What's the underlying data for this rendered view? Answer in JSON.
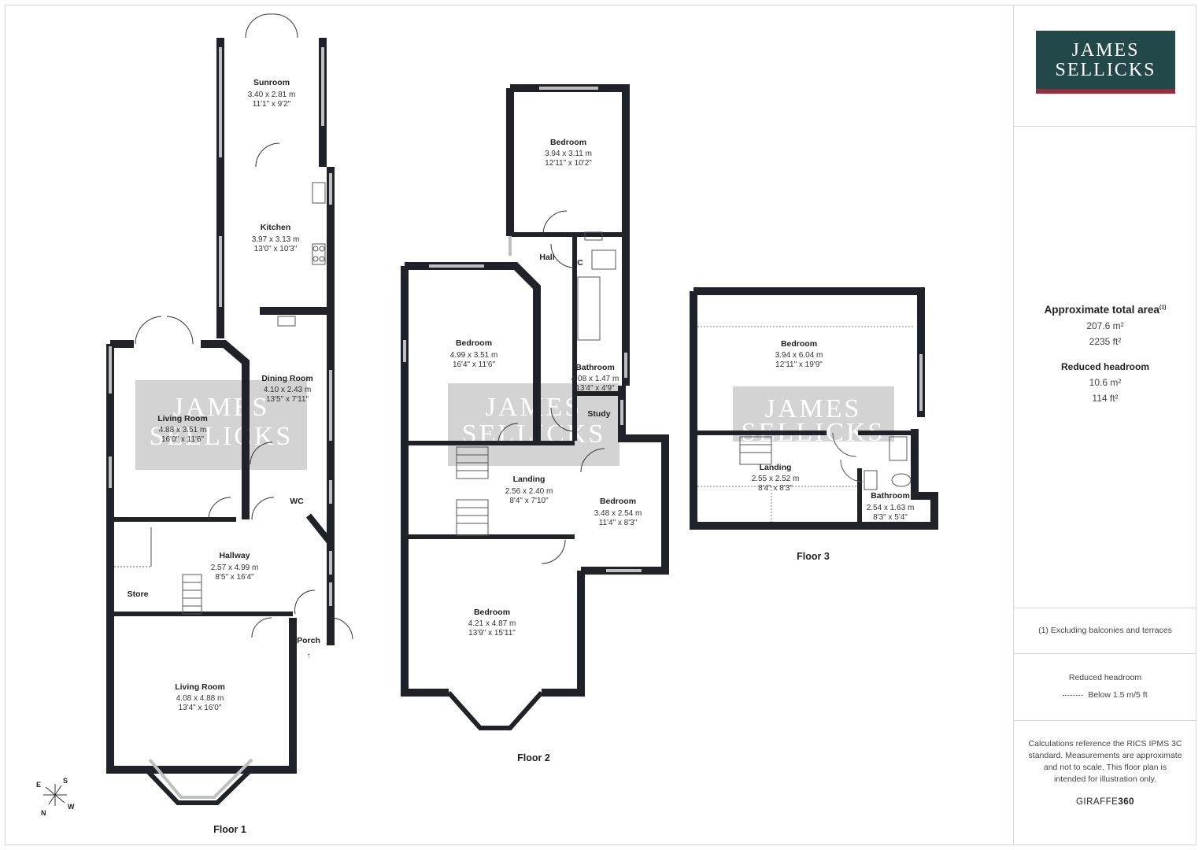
{
  "brand": {
    "line1": "JAMES",
    "line2": "SELLICKS",
    "bg_color": "#22484a",
    "accent_color": "#9a2a3d"
  },
  "watermark": {
    "line1": "JAMES",
    "line2": "SELLICKS"
  },
  "floors": {
    "floor1": {
      "label": "Floor 1",
      "rooms": [
        {
          "id": "sunroom",
          "name": "Sunroom",
          "dim_m": "3.40 x 2.81 m",
          "dim_ft": "11'1\" x 9'2\""
        },
        {
          "id": "kitchen",
          "name": "Kitchen",
          "dim_m": "3.97 x 3.13 m",
          "dim_ft": "13'0\" x 10'3\""
        },
        {
          "id": "dining",
          "name": "Dining Room",
          "dim_m": "4.10 x 2.43 m",
          "dim_ft": "13'5\" x 7'11\""
        },
        {
          "id": "living1",
          "name": "Living Room",
          "dim_m": "4.88 x 3.51 m",
          "dim_ft": "16'0\" x 11'6\""
        },
        {
          "id": "wc",
          "name": "WC"
        },
        {
          "id": "hallway",
          "name": "Hallway",
          "dim_m": "2.57 x 4.99 m",
          "dim_ft": "8'5\" x 16'4\""
        },
        {
          "id": "store",
          "name": "Store"
        },
        {
          "id": "porch",
          "name": "Porch"
        },
        {
          "id": "living2",
          "name": "Living Room",
          "dim_m": "4.08 x 4.88 m",
          "dim_ft": "13'4\" x 16'0\""
        }
      ]
    },
    "floor2": {
      "label": "Floor 2",
      "rooms": [
        {
          "id": "bed_a",
          "name": "Bedroom",
          "dim_m": "3.94 x 3.11 m",
          "dim_ft": "12'11\" x 10'2\""
        },
        {
          "id": "hall",
          "name": "Hall"
        },
        {
          "id": "cupboard",
          "name": "C"
        },
        {
          "id": "bed_b",
          "name": "Bedroom",
          "dim_m": "4.99 x 3.51 m",
          "dim_ft": "16'4\" x 11'6\""
        },
        {
          "id": "bath2",
          "name": "Bathroom",
          "dim_m": "4.08 x 1.47 m",
          "dim_ft": "13'4\" x 4'9\""
        },
        {
          "id": "study",
          "name": "Study"
        },
        {
          "id": "landing2",
          "name": "Landing",
          "dim_m": "2.56 x 2.40 m",
          "dim_ft": "8'4\" x 7'10\""
        },
        {
          "id": "bed_c",
          "name": "Bedroom",
          "dim_m": "3.48 x 2.54 m",
          "dim_ft": "11'4\" x 8'3\""
        },
        {
          "id": "bed_d",
          "name": "Bedroom",
          "dim_m": "4.21 x 4.87 m",
          "dim_ft": "13'9\" x 15'11\""
        }
      ]
    },
    "floor3": {
      "label": "Floor 3",
      "rooms": [
        {
          "id": "bed_e",
          "name": "Bedroom",
          "dim_m": "3.94 x 6.04 m",
          "dim_ft": "12'11\" x 19'9\""
        },
        {
          "id": "landing3",
          "name": "Landing",
          "dim_m": "2.55 x 2.52 m",
          "dim_ft": "8'4\" x 8'3\""
        },
        {
          "id": "bath3",
          "name": "Bathroom",
          "dim_m": "2.54 x 1.63 m",
          "dim_ft": "8'3\" x 5'4\""
        }
      ]
    }
  },
  "compass": {
    "e": "E",
    "s": "S",
    "n": "N",
    "w": "W"
  },
  "summary": {
    "total_heading": "Approximate total area",
    "total_superscript": "(1)",
    "total_m2": "207.6 m²",
    "total_ft2": "2235 ft²",
    "reduced_heading": "Reduced headroom",
    "reduced_m2": "10.6 m²",
    "reduced_ft2": "114 ft²"
  },
  "footnote": "(1) Excluding balconies and terraces",
  "legend": {
    "title": "Reduced headroom",
    "item": "Below 1.5 m/5 ft"
  },
  "calculations": "Calculations reference the RICS IPMS 3C standard. Measurements are approximate and not to scale. This floor plan is intended for illustration only.",
  "credit": {
    "prefix": "GIRAFFE",
    "suffix": "360"
  },
  "colors": {
    "wall": "#1f2329",
    "window": "#bfbfbf",
    "watermark": "#d3d3d3",
    "frame": "#d6d6d6"
  }
}
